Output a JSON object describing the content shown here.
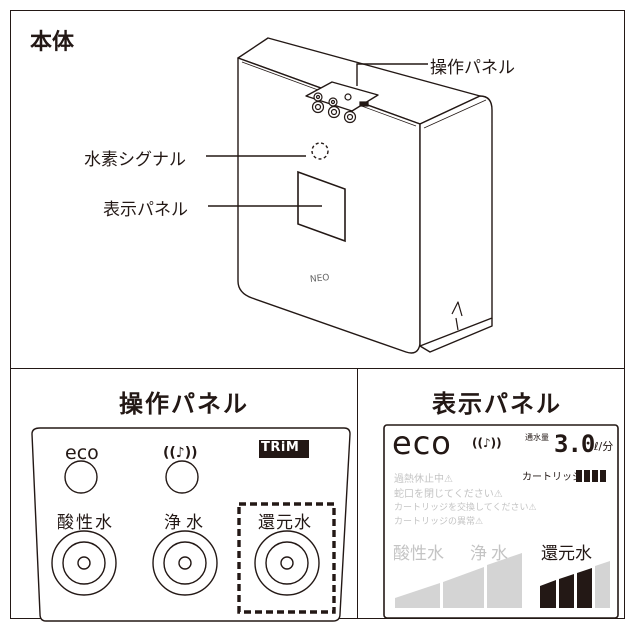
{
  "main_section": {
    "title": "本体",
    "callouts": {
      "operation_panel": "操作パネル",
      "hydrogen_signal": "水素シグナル",
      "display_panel": "表示パネル"
    },
    "device_logo": "NEO"
  },
  "operation_panel_section": {
    "title": "操作パネル",
    "buttons": {
      "eco": "eco",
      "sound": "((♪))",
      "trim": "TRiM",
      "acid": "酸性水",
      "pure": "浄水",
      "reduced": "還元水"
    }
  },
  "display_panel_section": {
    "title": "表示パネル",
    "eco": "eco",
    "sound_icon": "((♪))",
    "flow_label": "通水量",
    "flow_value": "3.0",
    "flow_unit": "ℓ/分",
    "cartridge_label": "カートリッジ",
    "messages": [
      "過熱休止中⚠",
      "蛇口を閉じてください⚠",
      "カートリッジを交換してください⚠",
      "カートリッジの異常⚠"
    ],
    "modes": [
      "酸性水",
      "浄水",
      "還元水"
    ]
  }
}
